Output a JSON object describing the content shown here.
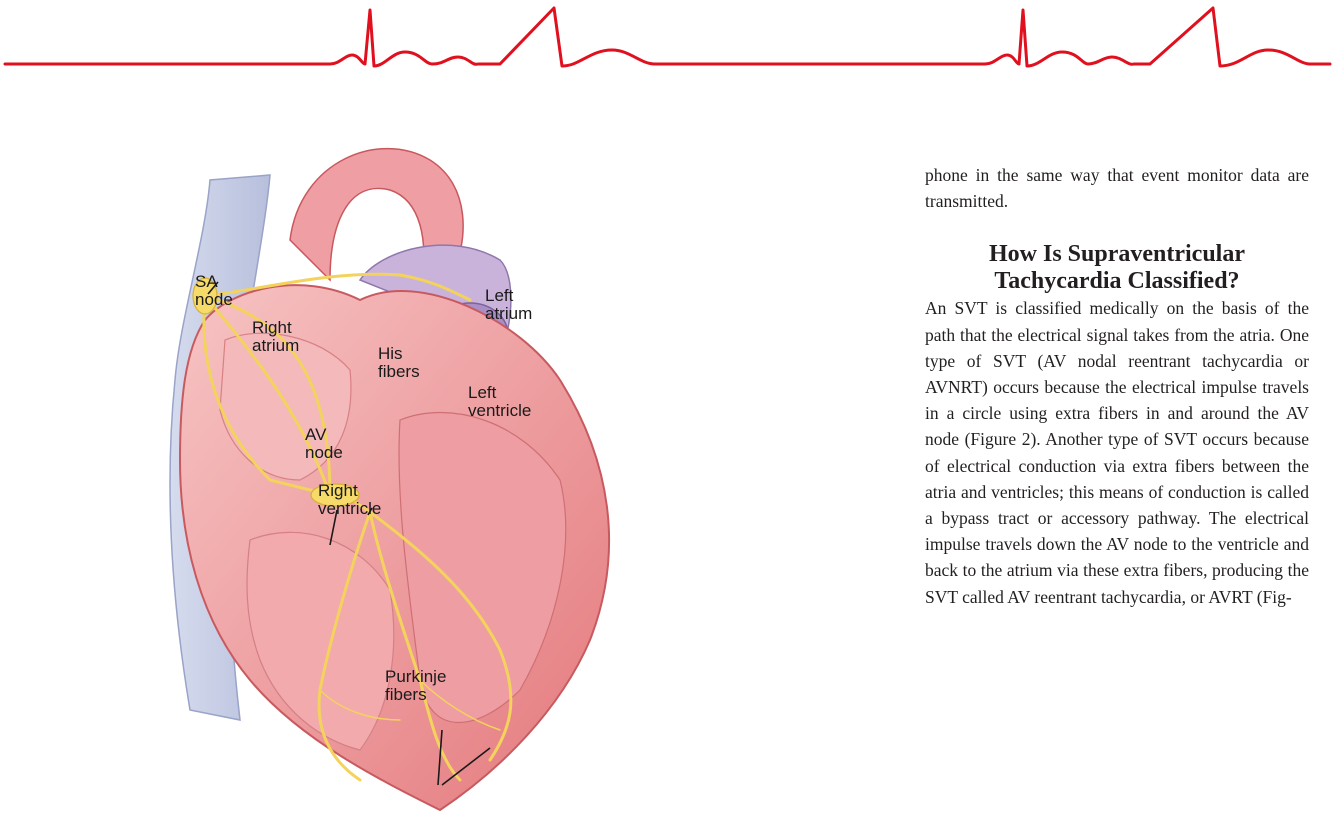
{
  "header": {
    "ecg_color": "#e0101f"
  },
  "figure": {
    "alt": "Heart conduction system illustration",
    "labels": {
      "sa_node": "SA\nnode",
      "left_atrium": "Left\natrium",
      "right_atrium": "Right\natrium",
      "his_fibers": "His\nfibers",
      "left_ventricle": "Left\nventricle",
      "av_node": "AV\nnode",
      "right_ventricle": "Right\nventricle",
      "purkinje_fibers": "Purkinje\nfibers"
    }
  },
  "article": {
    "continuation": "phone in the same way that event monitor data are transmitted.",
    "heading": "How Is Supraventricular Tachycardia Classified?",
    "paragraph": "An SVT is classified medically on the basis of the path that the electrical signal takes from the atria. One type of SVT (AV nodal reentrant tachycardia or AVNRT) occurs because the electrical impulse travels in a circle using extra fibers in and around the AV node (Figure 2). Another type of SVT occurs because of electrical conduction via extra fibers between the atria and ventricles; this means of conduction is called a bypass tract or accessory pathway. The electrical impulse travels down the AV node to the ventricle and back to the atrium via these extra fibers, producing the SVT called AV reentrant tachycardia, or AVRT (Fig-"
  }
}
